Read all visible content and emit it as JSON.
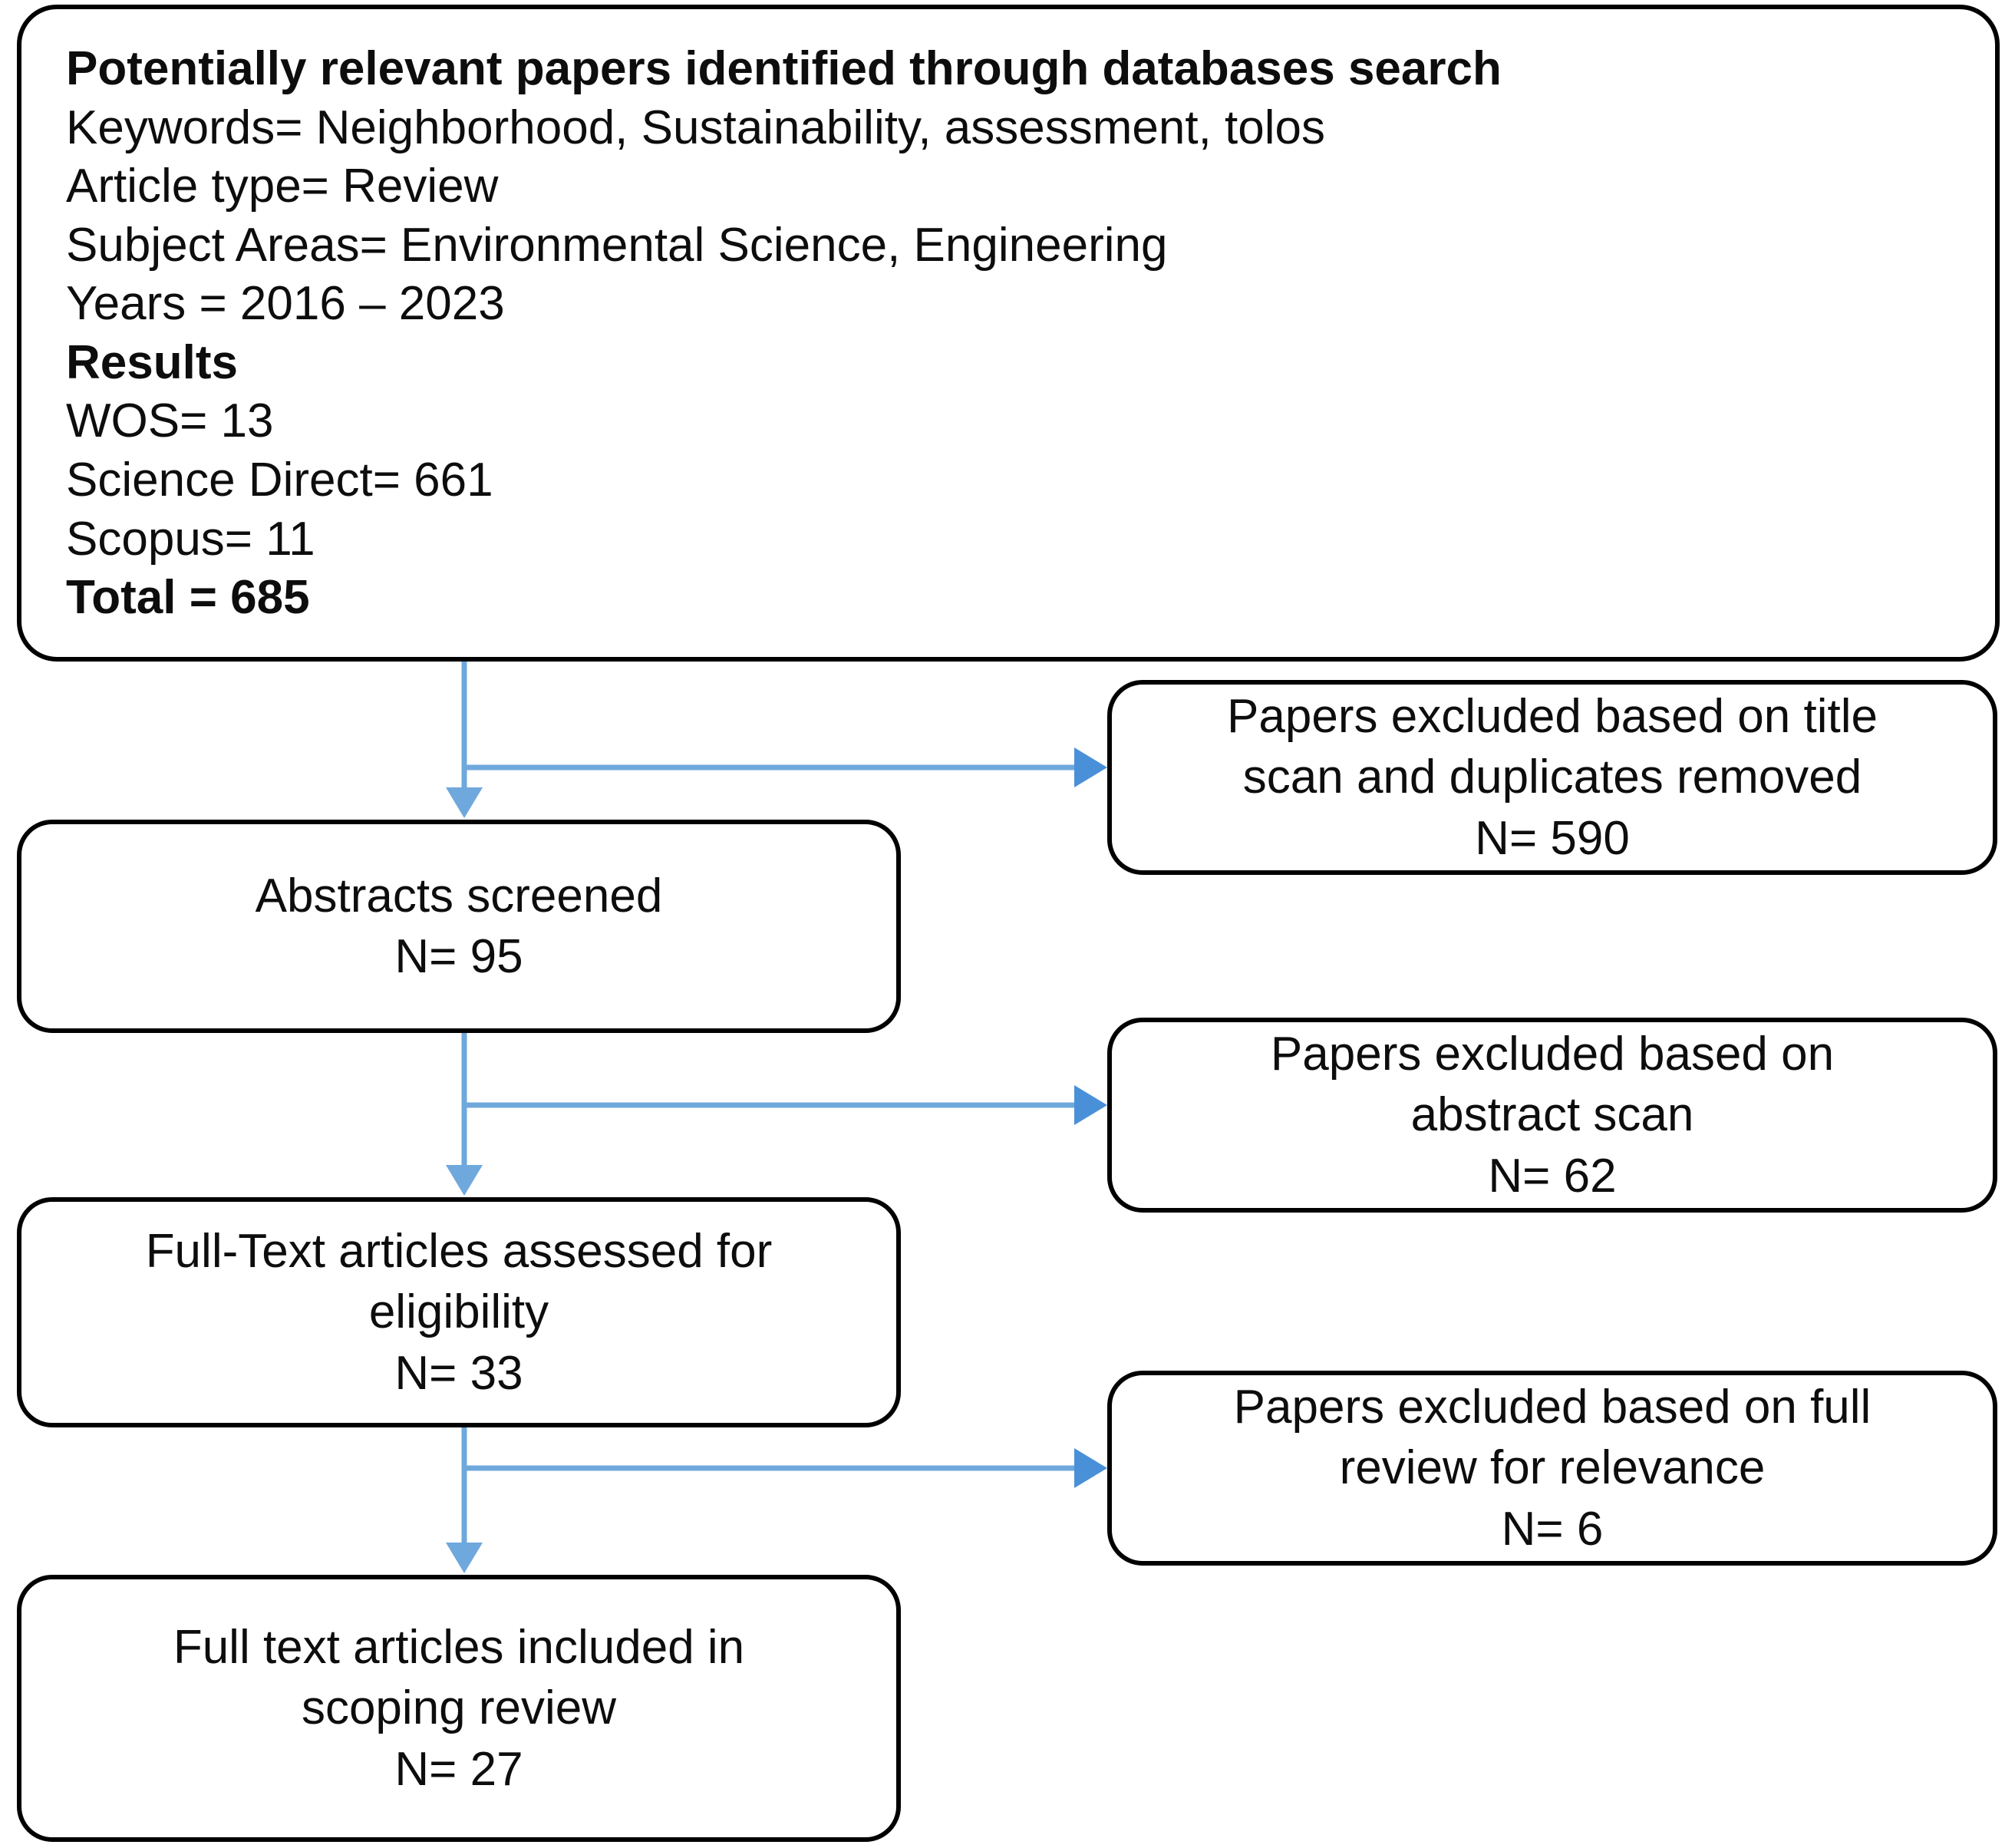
{
  "diagram": {
    "title": "PRISMA scoping review flow diagram",
    "accent_color": "#6FA8DC",
    "arrow_color": "#5B9BD5",
    "box_border_color": "#000000",
    "background_color": "#FFFFFF"
  },
  "identification": {
    "heading": "Potentially relevant papers identified through databases search",
    "keywords": "Keywords= Neighborhood, Sustainability, assessment, tolos",
    "article_type": "Article type= Review",
    "subject_areas": "Subject Areas= Environmental Science, Engineering",
    "years": "Years = 2016 – 2023",
    "results_heading": "Results",
    "wos": "WOS= 13",
    "science_direct": "Science Direct= 661",
    "scopus": "Scopus= 11",
    "total": "Total = 685"
  },
  "screening": {
    "abstracts": {
      "label": "Abstracts screened",
      "count": "N= 95"
    },
    "fulltext": {
      "label_line1": "Full-Text articles assessed for",
      "label_line2": "eligibility",
      "count": "N= 33"
    },
    "included": {
      "label_line1": "Full text articles included in",
      "label_line2": "scoping review",
      "count": "N= 27"
    }
  },
  "exclusions": {
    "title_scan": {
      "label_line1": "Papers excluded based on title",
      "label_line2": "scan and duplicates removed",
      "count": "N= 590"
    },
    "abstract_scan": {
      "label_line1": "Papers excluded based on",
      "label_line2": "abstract scan",
      "count": "N= 62"
    },
    "full_review": {
      "label_line1": "Papers excluded based on full",
      "label_line2": "review for relevance",
      "count": "N= 6"
    }
  }
}
